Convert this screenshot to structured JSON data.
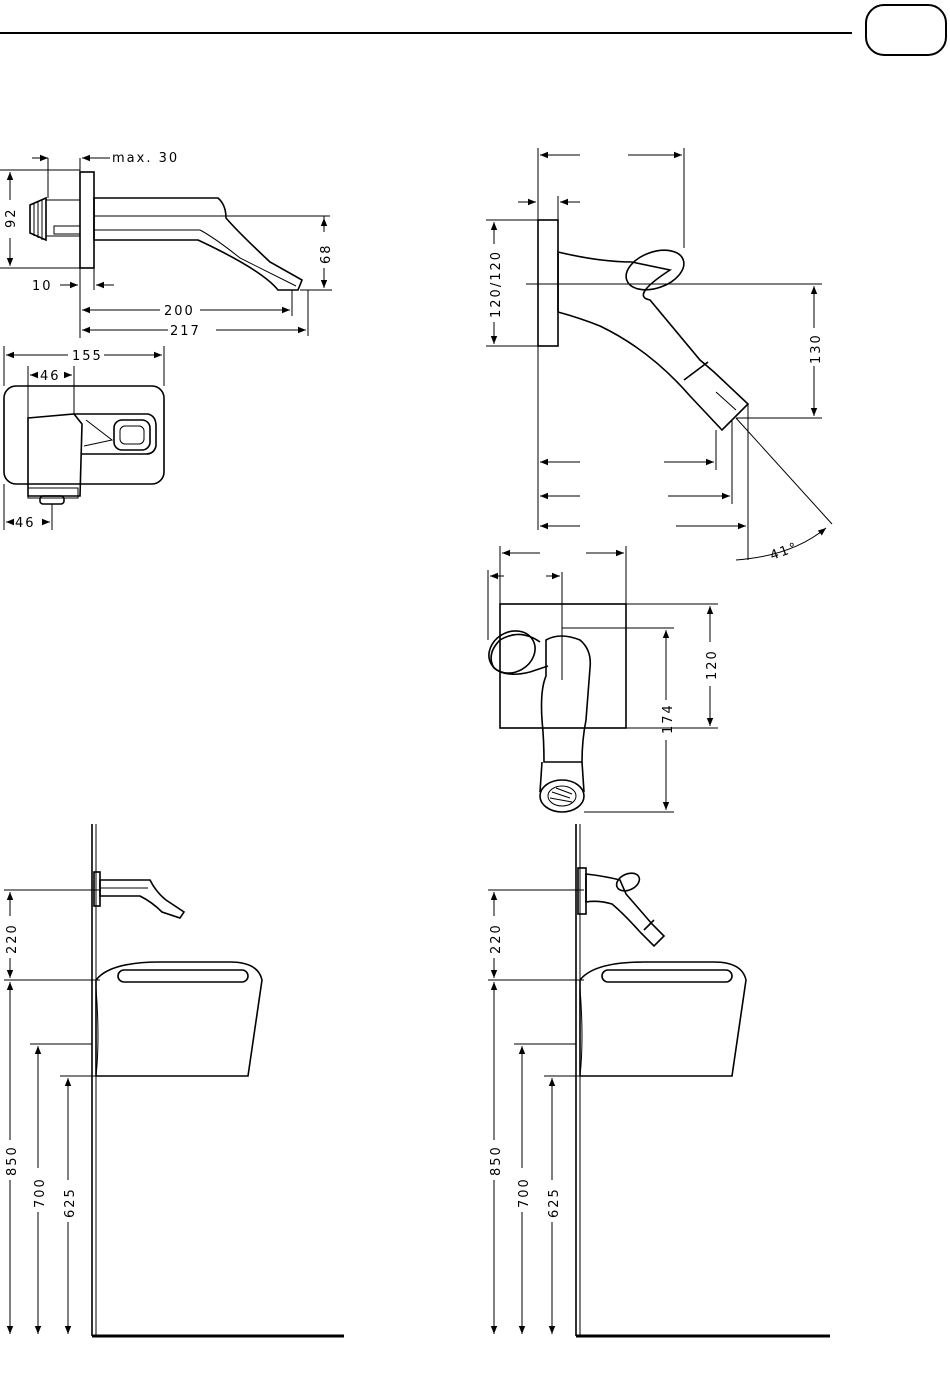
{
  "dimensions": {
    "max_offset": "max. 30",
    "body_height": "92",
    "spout_drop": "68",
    "plate_depth": "10",
    "spout_length_short": "200",
    "spout_length_long": "217",
    "plate_width": "155",
    "lever_offset_top": "46",
    "lever_offset_bottom": "46",
    "plate_size_side": "120/120",
    "spout_height_side": "130",
    "spout_angle": "41°",
    "plate_size_front": "120",
    "spout_reach_front": "174",
    "install_spout_height_a": "220",
    "install_basin_height_a": "850",
    "install_height_a_700": "700",
    "install_height_a_625": "625",
    "install_spout_height_b": "220",
    "install_basin_height_b": "850",
    "install_height_b_700": "700",
    "install_height_b_625": "625"
  }
}
